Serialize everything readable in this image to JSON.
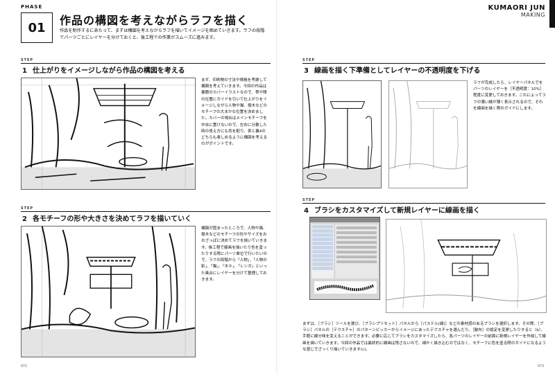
{
  "left": {
    "phase_label": "PHASE",
    "phase_number": "01",
    "title": "作品の構図を考えながらラフを描く",
    "intro": "作品を制作するにあたって、まずは構図を考えながらラフを描いてイメージを固めていきます。ラフの段階でパーツごとにレイヤーを分けておくと、後工程での作業がスムーズに進みます。",
    "step1": {
      "tag": "STEP",
      "number": "1",
      "title": "仕上がりをイメージしながら作品の構図を考える",
      "text": "まず、印刷物の寸法や規格を考慮して構図を考えていきます。今回の作品は書籍のカバーイラストなので、帯や障の位置にガイドを引いて仕上がりをイメージしながら人物や猫、樹木などのモチーフの大まかな位置を決めました。カバーの場合はメインモチーフを中央に置けないので、左右に分散した時の見え方にも気を配り、表と裏4のどちらも楽しめるように構図を考えるのがポイントです。"
    },
    "step2": {
      "tag": "STEP",
      "number": "2",
      "title": "各モチーフの形や大きさを決めてラフを描いていく",
      "text": "構図が固まったところで、人物や猫、樹木などのモチーフの形やサイズをおおざっぱに決めてラフを描いていきます。後工程で線画を描いたり色を塗ったりする際にパーツ単位で行いたいので、ラフの段階から「人物」、「人物の影」、「猫」、「木々」、「レンガ」といった具合にレイヤーを分けて整理しておきます。"
    },
    "page_number": "072"
  },
  "right": {
    "brand_name": "KUMAORI JUN",
    "brand_sub": "MAKING",
    "step3": {
      "tag": "STEP",
      "number": "3",
      "title": "線画を描く下準備としてレイヤーの不透明度を下げる",
      "text": "ラフが完成したら、レイヤーパネルでをパーツのレイヤーを［不透明度：10%］程度に変更しておきます。これによってラフの薄い線が薄く表示されるので、それを線画を描く際のガイドにします。"
    },
    "step4": {
      "tag": "STEP",
      "number": "4",
      "title": "ブラシをカスタマイズして新規レイヤーに線画を描く",
      "text": "まずは、［ブラシ］ツールを選び、［ブラシプリセット］パネルから［パステル(細)］などの素材感のあるブラシを選択します。その際、［ブラシ］パネルの［テクスチャ］のパターンピッカーからイメージにあったテクスチャを選んだり、［散布］の設定を変更したりすると（b）、手軽に線分味を変えることができます。必要に応じてブラシをカスタマイズしたら、各パーツのレイヤーの前面に新規レイヤーを作成して線画を描いていきます。今回の作品では最終的に線画は残さないので、細かく描き込むのではなく、モチーフに色を塗る際のガイドになるような感じでざっくり描いていきます(c)。"
    },
    "page_number": "073"
  }
}
